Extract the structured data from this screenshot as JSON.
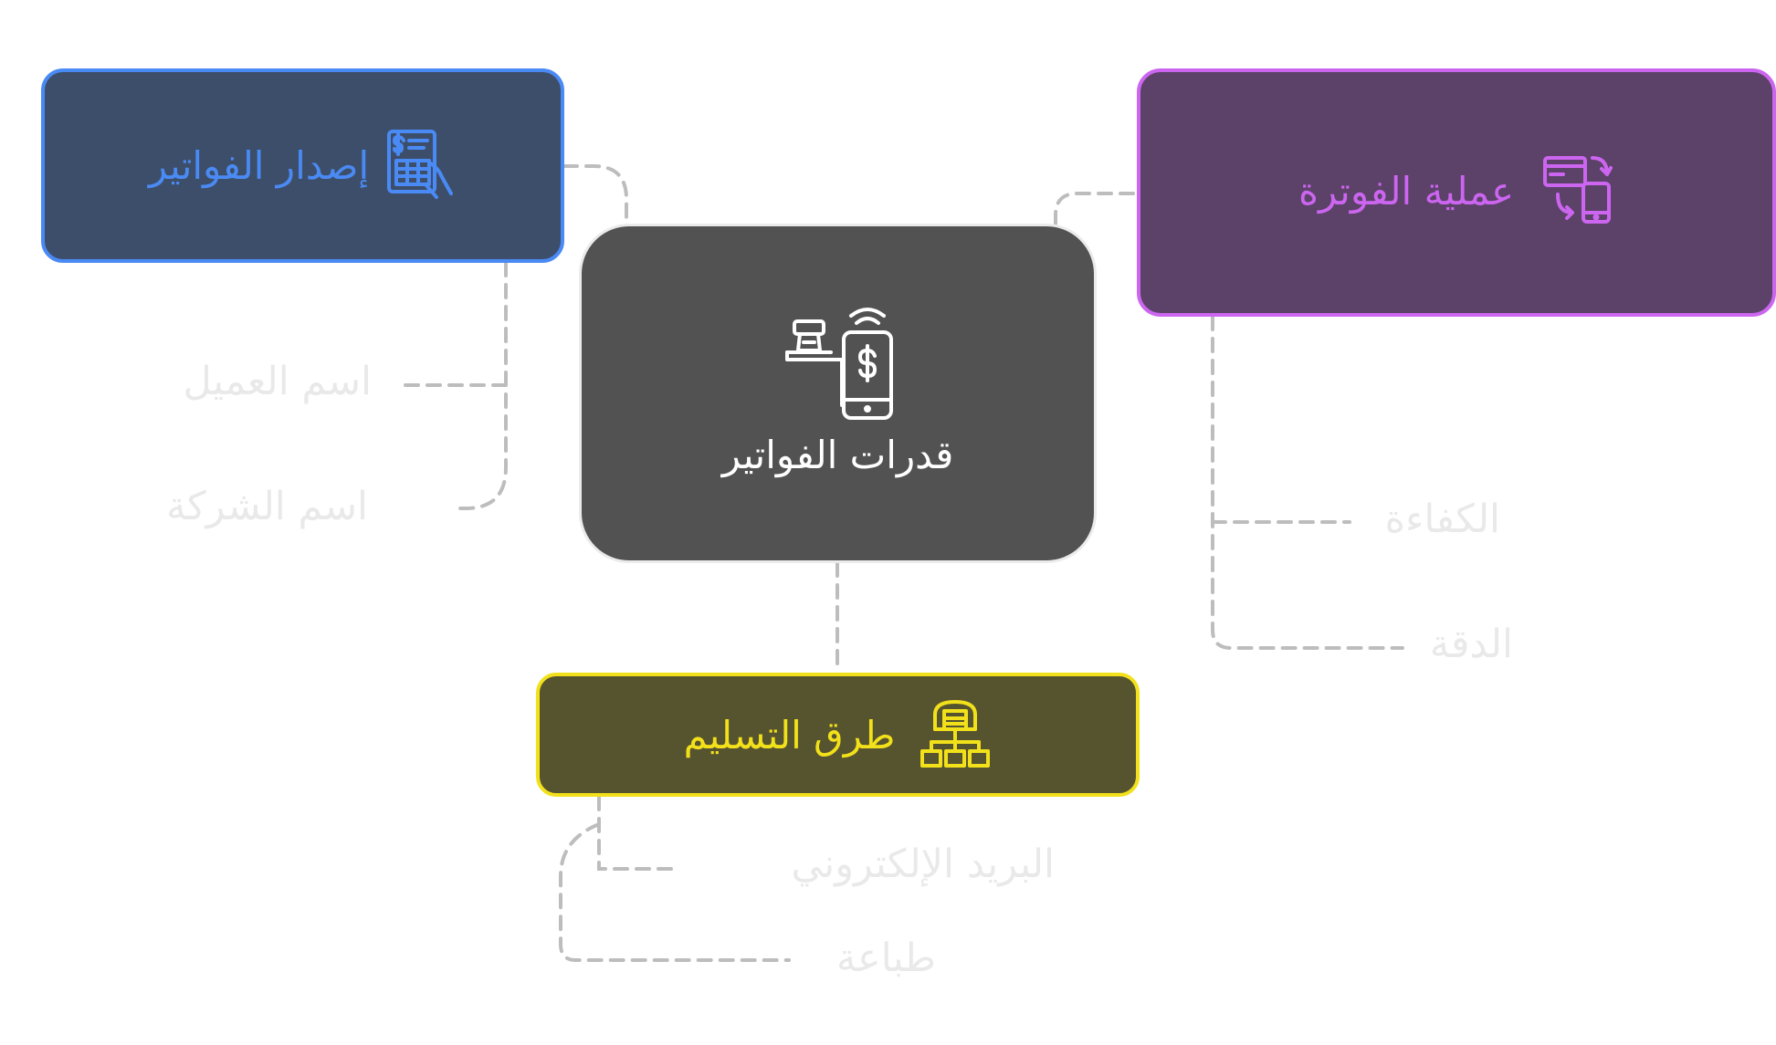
{
  "center": {
    "title": "قدرات الفواتير",
    "icon": "cash-register-mobile-payment-icon",
    "fill": "#525252",
    "stroke": "#ebebeb",
    "text_color": "#ffffff"
  },
  "branches": [
    {
      "id": "invoice-issuing",
      "title": "إصدار الفواتير",
      "icon": "invoice-hand-calculator-icon",
      "fill": "#3d4e6a",
      "stroke": "#4a8af4",
      "text_color": "#4a8af4",
      "leaves": [
        "اسم العميل",
        "اسم الشركة"
      ]
    },
    {
      "id": "invoicing-process",
      "title": "عملية الفوترة",
      "icon": "card-phone-transfer-icon",
      "fill": "#5c4169",
      "stroke": "#cc66f0",
      "text_color": "#cc66f0",
      "leaves": [
        "الكفاءة",
        "الدقة"
      ]
    },
    {
      "id": "delivery-methods",
      "title": "طرق التسليم",
      "icon": "delivery-network-icon",
      "fill": "#56532f",
      "stroke": "#f2e11a",
      "text_color": "#f2e11a",
      "leaves": [
        "البريد الإلكتروني",
        "طباعة"
      ]
    }
  ],
  "connector_color": "#bdbdbd",
  "leaf_text_color": "#e9e9e9"
}
